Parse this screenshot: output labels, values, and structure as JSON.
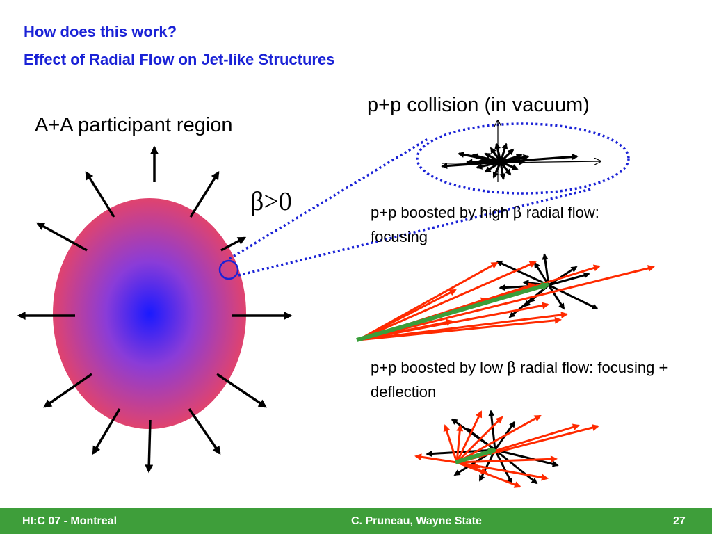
{
  "header": {
    "title_line1": "How does this work?",
    "title_line2": "Effect of Radial Flow on Jet-like Structures"
  },
  "labels": {
    "aa_region": "A+A participant region",
    "pp_collision": "p+p collision (in vacuum)",
    "beta_symbol": "β",
    "beta_condition": ">0"
  },
  "captions": {
    "high_prefix": "p+p boosted by high ",
    "high_suffix": " radial flow: focusing",
    "low_prefix": "p+p boosted by low ",
    "low_suffix": " radial flow: focusing + deflection",
    "beta": "β"
  },
  "footer": {
    "left": "HI:C 07 - Montreal",
    "center": "C. Pruneau, Wayne State",
    "right": "27"
  },
  "colors": {
    "title": "#1a22d6",
    "ellipse_edge": "#e0436e",
    "ellipse_center": "#1a1aff",
    "red_arrow": "#ff2a00",
    "green_arrow": "#3a9e3a",
    "dotted_line": "#1a22d6",
    "footer_bg": "#3e9e3a"
  }
}
